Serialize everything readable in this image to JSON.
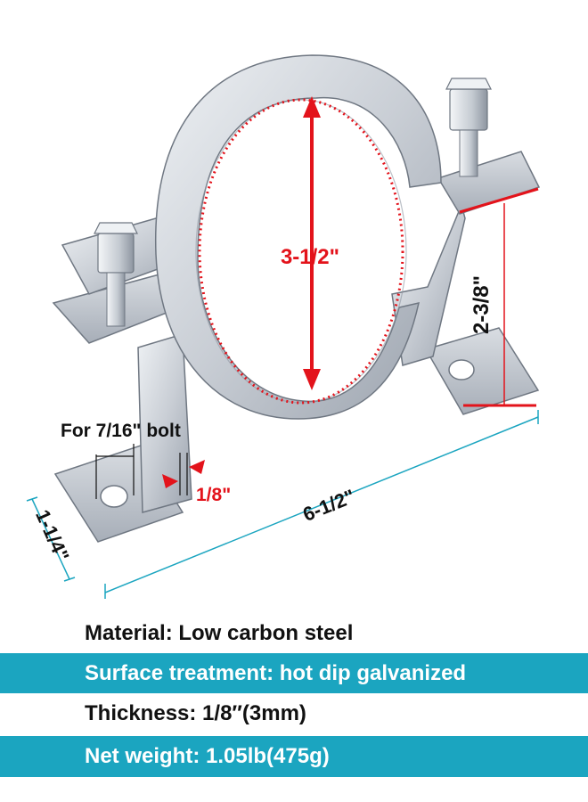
{
  "colors": {
    "accent_band": "#1ba5c0",
    "dimension_red": "#e3131b",
    "dimension_teal": "#1ba5c0",
    "text_dark": "#111111",
    "metal_light": "#dfe3e8",
    "metal_mid": "#bfc5cd",
    "metal_dark": "#8e96a1"
  },
  "dimensions": {
    "inner_diameter": "3-1/2\"",
    "height": "2-3/8\"",
    "bolt_label": "For 7/16\" bolt",
    "thickness": "1/8\"",
    "length": "6-1/2\"",
    "width": "1-1/4\""
  },
  "specs": [
    {
      "text": "Material: Low carbon steel",
      "style": "plain"
    },
    {
      "text": "Surface treatment: hot dip galvanized",
      "style": "band"
    },
    {
      "text": "Thickness: 1/8″(3mm)",
      "style": "plain"
    },
    {
      "text": "Net weight: 1.05lb(475g)",
      "style": "band"
    }
  ]
}
